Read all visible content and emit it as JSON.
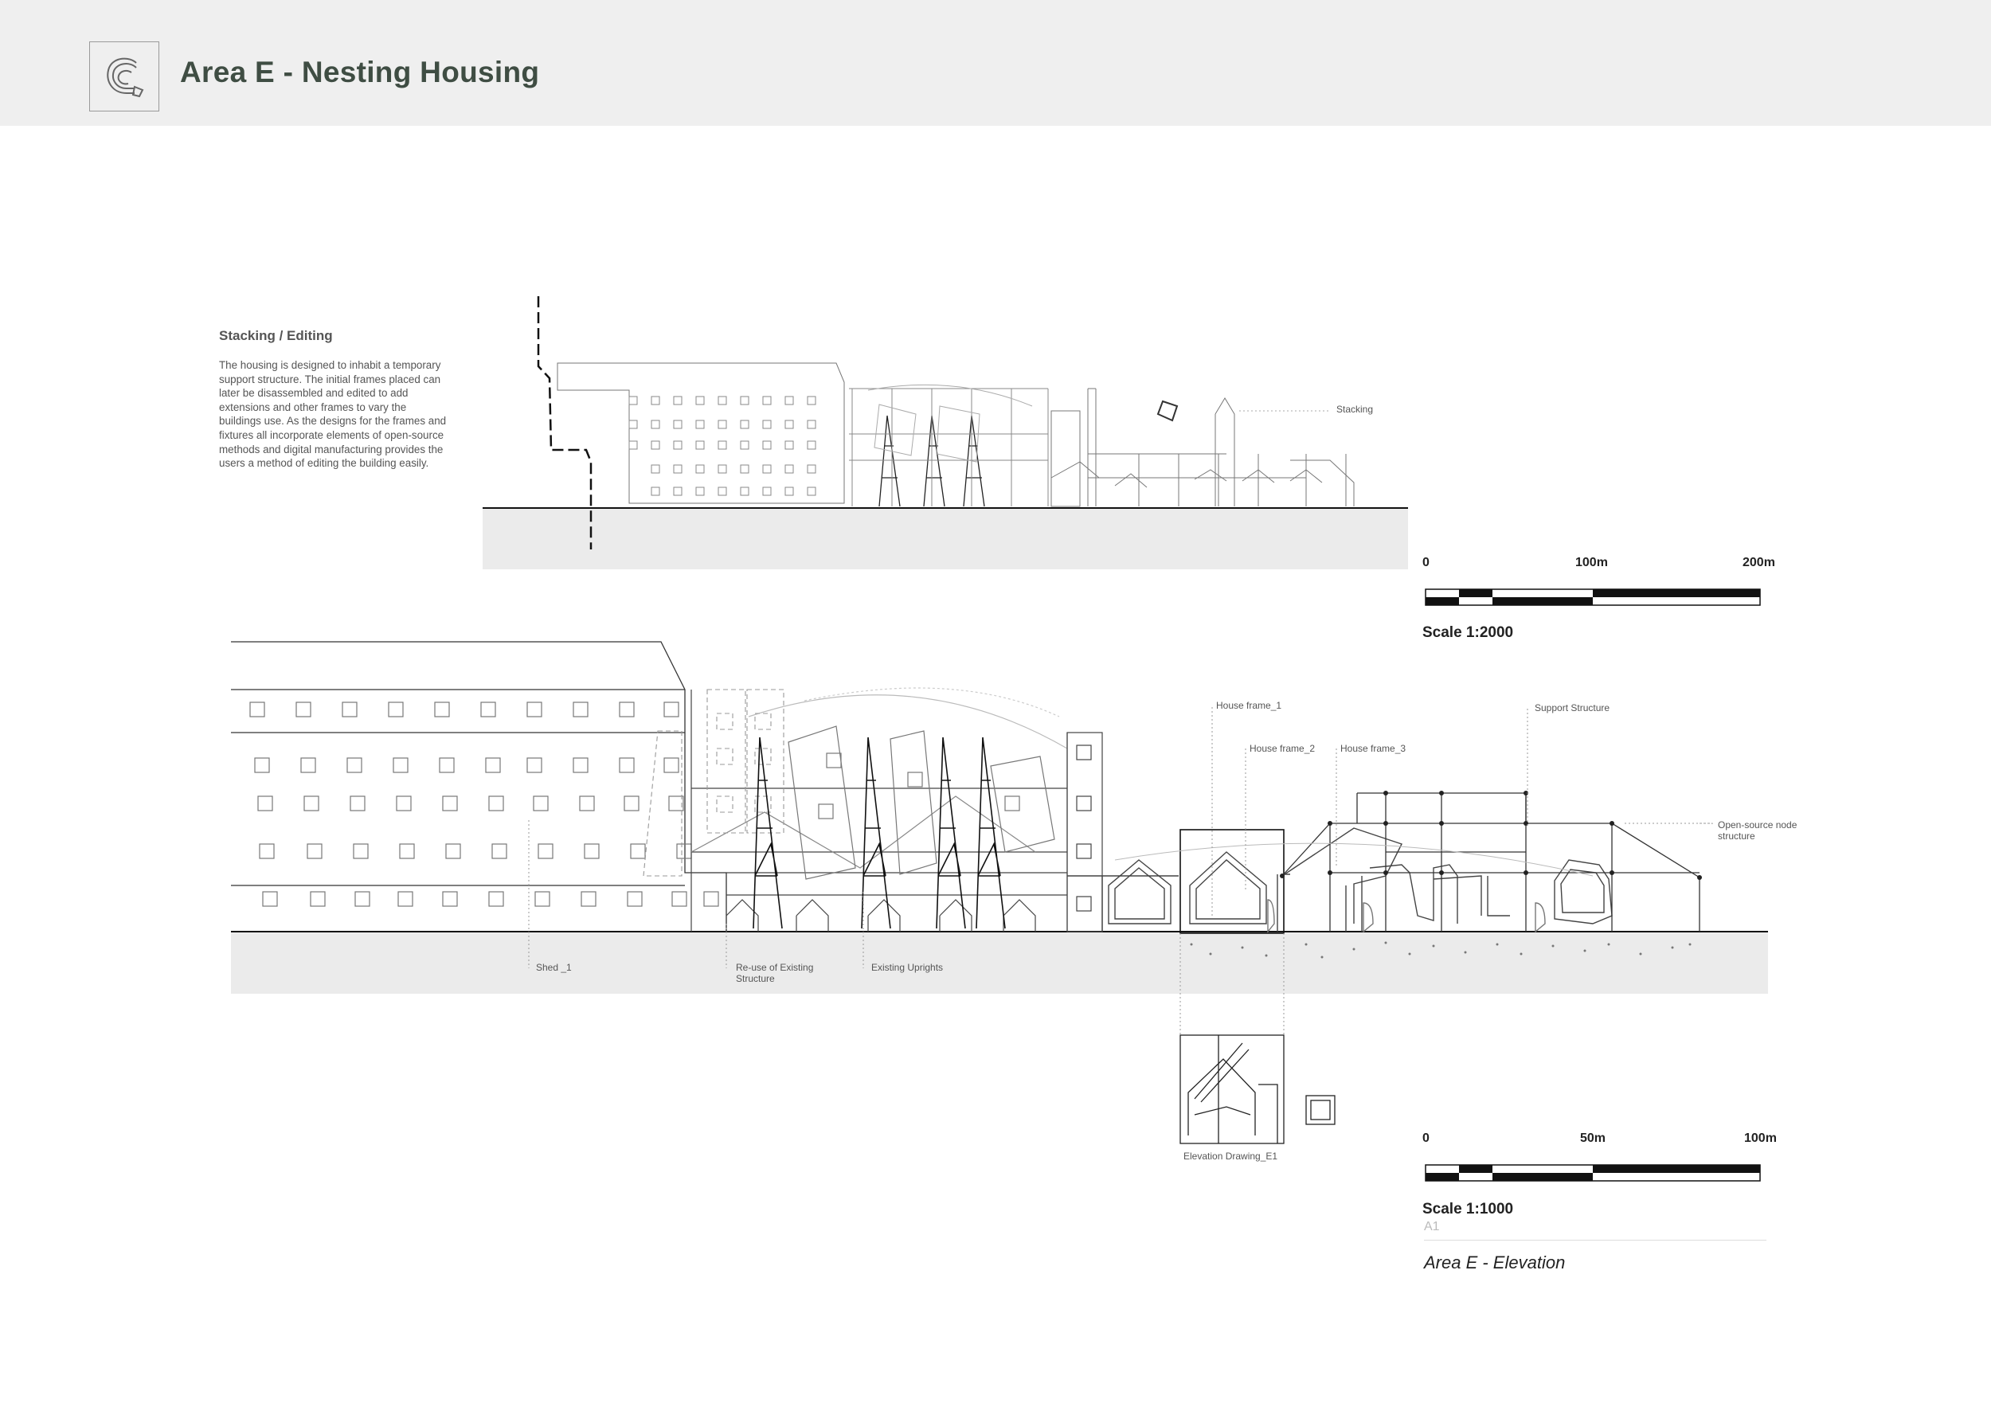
{
  "header": {
    "title": "Area E - Nesting Housing",
    "logo_icon": "c-logo-icon"
  },
  "intro": {
    "heading": "Stacking / Editing",
    "body": "The housing is designed to inhabit a temporary support structure. The initial frames placed can later be disassembled and edited to add extensions and other frames to vary the buildings use. As the designs for the frames and fixtures all incorporate elements of open-source methods and digital manufacturing provides the users a method of editing the building easily."
  },
  "top_elevation": {
    "labels": {
      "stacking": "Stacking"
    },
    "scale": {
      "title": "Scale 1:2000",
      "ticks": [
        "0",
        "100m",
        "200m"
      ]
    }
  },
  "main_elevation": {
    "labels": {
      "house_frame_1": "House frame_1",
      "house_frame_2": "House frame_2",
      "house_frame_3": "House frame_3",
      "support_structure": "Support Structure",
      "open_source_node_1": "Open-source node",
      "open_source_node_2": "structure",
      "shed": "Shed _1",
      "reuse_1": "Re-use of Existing",
      "reuse_2": "Structure",
      "existing_uprights": "Existing Uprights",
      "elevation_drawing": "Elevation Drawing_E1"
    },
    "scale": {
      "title": "Scale 1:1000",
      "ticks": [
        "0",
        "50m",
        "100m"
      ]
    }
  },
  "sheet": {
    "size": "A1",
    "title": "Area E - Elevation"
  },
  "colors": {
    "header_bg": "#efefef",
    "title": "#3f4d43",
    "ground_band": "#ebebeb"
  }
}
